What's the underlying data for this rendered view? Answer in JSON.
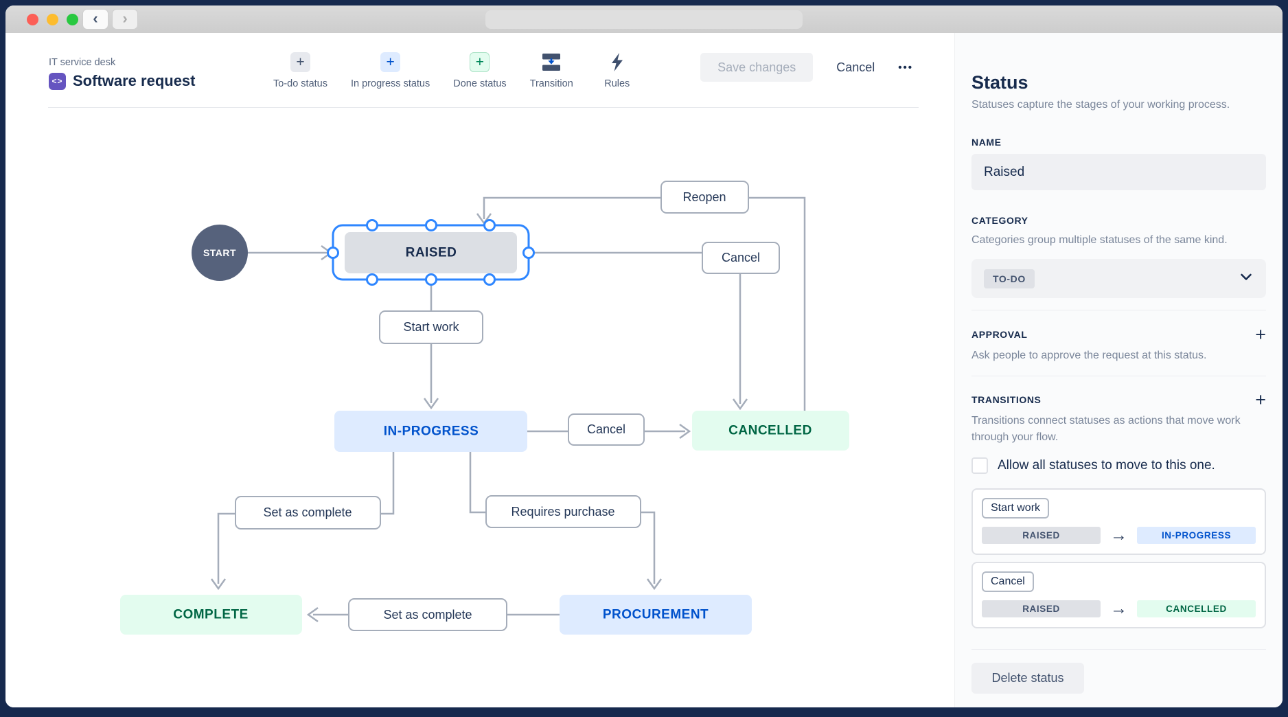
{
  "colors": {
    "selection_blue": "#2e86ff",
    "node_gray_bg": "#dcdfe4",
    "node_blue_bg": "#deebff",
    "node_blue_text": "#0052cc",
    "node_green_bg": "#e3fcef",
    "node_green_text": "#006644",
    "navy": "#172b4d",
    "connector_gray": "#a5adba",
    "start_circle": "#56627c"
  },
  "icons": {
    "back": "‹",
    "forward": "›",
    "code": "<>",
    "plus": "+",
    "more": "•••",
    "arrow_right": "→"
  },
  "header": {
    "project": "IT service desk",
    "title": "Software request",
    "toolbar": {
      "todo_label": "To-do status",
      "inprogress_label": "In progress status",
      "done_label": "Done status",
      "transition_label": "Transition",
      "rules_label": "Rules"
    },
    "save_label": "Save changes",
    "cancel_label": "Cancel"
  },
  "diagram": {
    "start": "START",
    "nodes": {
      "raised": "RAISED",
      "in_progress": "IN-PROGRESS",
      "cancelled": "CANCELLED",
      "complete": "COMPLETE",
      "procurement": "PROCUREMENT"
    },
    "transitions": {
      "reopen": "Reopen",
      "cancel_top": "Cancel",
      "start_work": "Start work",
      "cancel_mid": "Cancel",
      "set_complete_left": "Set as complete",
      "requires_purchase": "Requires purchase",
      "set_complete_bottom": "Set as complete"
    }
  },
  "panel": {
    "title": "Status",
    "subtitle": "Statuses capture the stages of your working process.",
    "name_label": "NAME",
    "name_value": "Raised",
    "category_label": "CATEGORY",
    "category_desc": "Categories group multiple statuses of the same kind.",
    "category_value": "TO-DO",
    "approval_label": "APPROVAL",
    "approval_desc": "Ask people to approve the request at this status.",
    "transitions_label": "TRANSITIONS",
    "transitions_desc": "Transitions connect statuses as actions that move work through your flow.",
    "allow_all_label": "Allow all statuses to move to this one.",
    "cards": [
      {
        "action": "Start work",
        "from": "RAISED",
        "to": "IN-PROGRESS"
      },
      {
        "action": "Cancel",
        "from": "RAISED",
        "to": "CANCELLED"
      }
    ],
    "delete_label": "Delete status"
  }
}
